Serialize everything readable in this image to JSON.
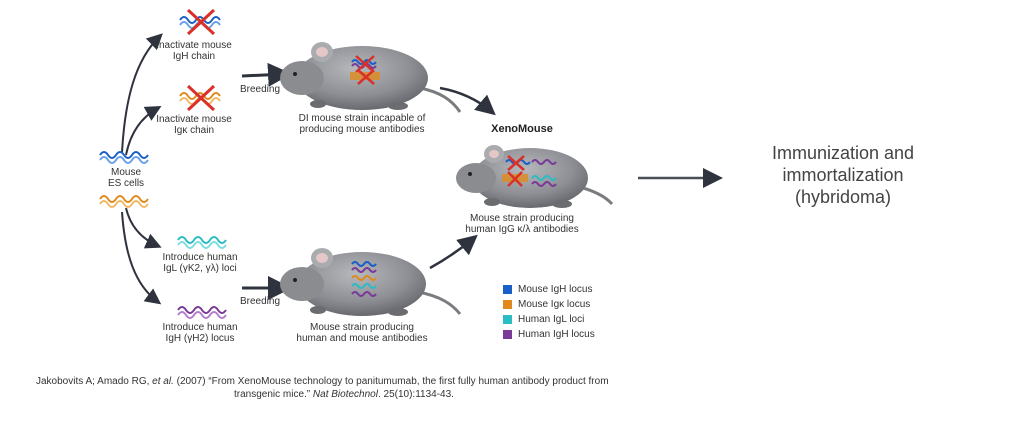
{
  "labels": {
    "inactivate_igh": [
      "Inactivate mouse",
      "IgH chain"
    ],
    "inactivate_igk": [
      "Inactivate mouse",
      "Igκ chain"
    ],
    "mouse_es": [
      "Mouse",
      "ES cells"
    ],
    "introduce_igl": [
      "Introduce human",
      "IgL (γK2, γλ) loci"
    ],
    "introduce_igh": [
      "Introduce human",
      "IgH (γH2) locus"
    ],
    "breeding_top": "Breeding",
    "breeding_bottom": "Breeding",
    "di_strain": [
      "DI mouse strain incapable of",
      "producing mouse antibodies"
    ],
    "xenomouse": "XenoMouse",
    "xeno_desc": [
      "Mouse strain producing",
      "human IgG κ/λ antibodies"
    ],
    "hm_strain": [
      "Mouse strain producing",
      "human and mouse antibodies"
    ]
  },
  "right_text": [
    "Immunization and",
    "immortalization",
    "(hybridoma)"
  ],
  "legend": [
    {
      "label": "Mouse IgH locus",
      "color": "#1a5fc8"
    },
    {
      "label": "Mouse Igκ locus",
      "color": "#e08a1e"
    },
    {
      "label": "Human IgL loci",
      "color": "#2cbcc4"
    },
    {
      "label": "Human IgH locus",
      "color": "#7a3a98"
    }
  ],
  "citation": {
    "part1": "Jakobovits A; Amado RG, ",
    "etal": "et al.",
    "part2": " (2007) “From XenoMouse technology to panitumumab, the first fully human antibody product from",
    "line2_a": "transgenic mice.” ",
    "journal": "Nat Biotechnol",
    "line2_b": ". 25(10):1134-43."
  },
  "colors": {
    "mouse_igh": "#1a5fc8",
    "mouse_igk": "#e08a1e",
    "human_igl": "#2cbcc4",
    "human_igh": "#7a3a98",
    "cross": "#d9312a",
    "mouse_body": "#8a8c90",
    "arrow": "#3a3f4a"
  }
}
